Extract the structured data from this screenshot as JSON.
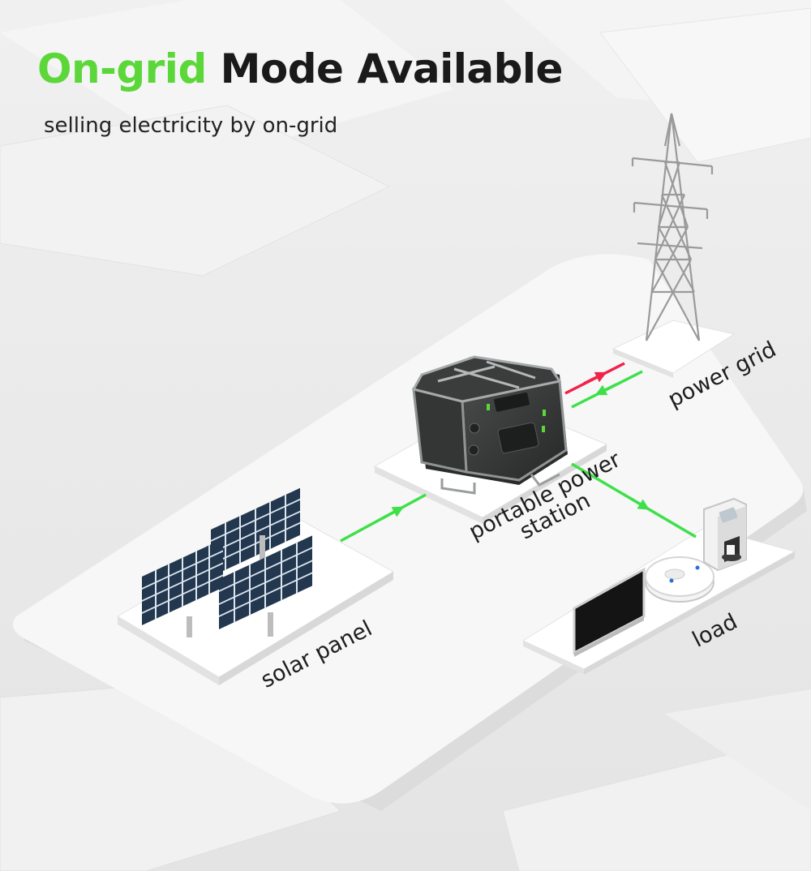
{
  "header": {
    "title_accent": "On-grid",
    "title_rest": " Mode Available",
    "subtitle": "selling electricity by on-grid"
  },
  "labels": {
    "power_grid": "power grid",
    "station_line1": "portable power",
    "station_line2": "station",
    "solar_panel": "solar panel",
    "load": "load"
  },
  "colors": {
    "accent_green": "#5cd73a",
    "flow_green": "#3ee04a",
    "flow_red": "#f0234b",
    "headline_dark": "#1a1a1a"
  },
  "icons": [
    "transmission-tower-icon",
    "portable-power-station-icon",
    "solar-panel-icon",
    "coffee-machine-icon",
    "robot-vacuum-icon",
    "tv-icon"
  ]
}
